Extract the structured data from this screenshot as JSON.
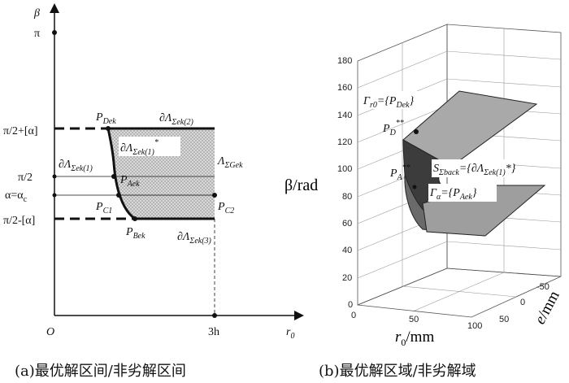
{
  "left_panel": {
    "axis_y_label": "β",
    "axis_x_label": "r",
    "axis_x_label_sub": "0",
    "origin_label": "O",
    "x_tick_3h": "3h",
    "y_ticks": {
      "pi": "π",
      "pi_half_plus": "π/2+[α]",
      "pi_half": "π/2",
      "alpha_c": "α=α",
      "alpha_c_sub": "c",
      "pi_half_minus": "π/2-[α]"
    },
    "points": {
      "p_dek": "P",
      "p_dek_sub": "Dek",
      "p_aek": "P",
      "p_aek_sub": "Aek",
      "p_c1": "P",
      "p_c1_sub": "C1",
      "p_c2": "P",
      "p_c2_sub": "C2",
      "p_bek": "P",
      "p_bek_sub": "Bek"
    },
    "boundaries": {
      "top": "∂Λ",
      "top_sub": "Σek(2)",
      "left": "∂Λ",
      "left_sub": "Σek(1)",
      "inner": "∂Λ",
      "inner_sub": "Σek(1)",
      "inner_sup": "*",
      "bottom": "∂Λ",
      "bottom_sub": "Σek(3)",
      "region": "Λ",
      "region_sub": "ΣGek"
    },
    "caption": "(a)最优解区间/非劣解区间"
  },
  "right_panel": {
    "z_label": "β/rad",
    "x_label": "r",
    "x_label_sub": "0",
    "x_label_unit": "/mm",
    "y_label": "e",
    "y_label_unit": "/mm",
    "z_ticks": [
      "180",
      "160",
      "140",
      "120",
      "100",
      "80",
      "60",
      "40",
      "20",
      "0"
    ],
    "x_ticks": [
      "0",
      "50",
      "100"
    ],
    "e_ticks": [
      "-50",
      "0",
      "50"
    ],
    "annotations": {
      "gamma_r0": "Γ",
      "gamma_r0_sub": "r0",
      "gamma_r0_eq": "={P",
      "gamma_r0_eq_sub": "Dek",
      "gamma_r0_close": "}",
      "p_d": "P",
      "p_d_sub": "D",
      "p_d_sup": "**",
      "p_a": "P",
      "p_a_sub": "A",
      "p_a_sup": "**",
      "s_back": "S",
      "s_back_sub": "Σback",
      "s_back_eq": "={∂Λ",
      "s_back_eq_sub": "Σek(1)",
      "s_back_close": "*}",
      "gamma_a": "Γ",
      "gamma_a_sub": "α",
      "gamma_a_eq": "={P",
      "gamma_a_eq_sub": "Aek",
      "gamma_a_close": "}"
    },
    "caption": "(b)最优解区域/非劣解域"
  }
}
